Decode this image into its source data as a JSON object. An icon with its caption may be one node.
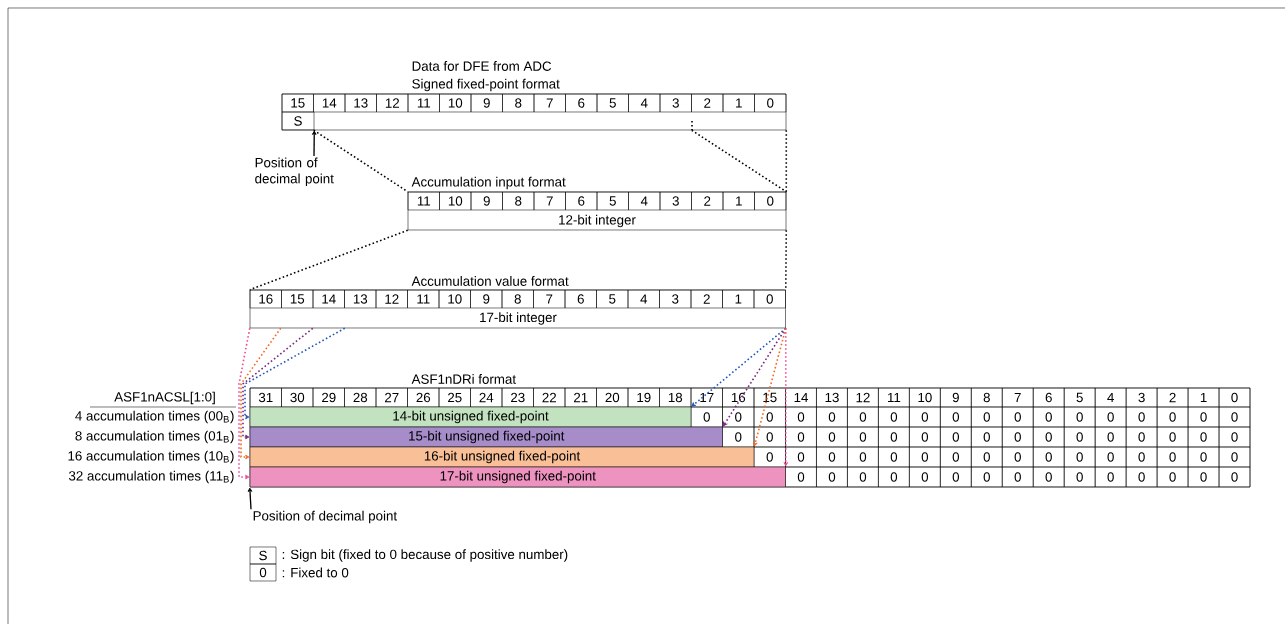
{
  "diagram": {
    "nodes": [
      {
        "text": [
          "Data for DFE from ADC",
          "Signed fixed-point format"
        ]
      },
      {
        "text": [
          "S"
        ],
        "in": 0
      },
      {
        "text": [
          "Position of decimal point"
        ]
      },
      {
        "text": [
          "Accumulation input format",
          "12-bit integer"
        ]
      },
      {
        "text": [
          "Accumulation value format",
          "17-bit integer"
        ]
      },
      {
        "text": [
          "ASF1nDRi format"
        ]
      },
      {
        "text": [
          "14-bit unsigned fixed-point"
        ],
        "in": 5
      },
      {
        "text": [
          "15-bit unsigned fixed-point"
        ],
        "in": 5
      },
      {
        "text": [
          "16-bit unsigned fixed-point"
        ],
        "in": 5
      },
      {
        "text": [
          "17-bit unsigned fixed-point"
        ],
        "in": 5
      },
      {
        "text": [
          "Position of decimal point"
        ]
      }
    ],
    "edges": [
      {
        "from": 0,
        "to": 3,
        "arrow": "none",
        "style": "dashed"
      },
      {
        "from": 0,
        "to": 3,
        "arrow": "none",
        "style": "dashed"
      },
      {
        "from": 0,
        "to": 3,
        "arrow": "none",
        "style": "dashed"
      },
      {
        "from": 3,
        "to": 4,
        "arrow": "none",
        "style": "dashed"
      },
      {
        "from": 3,
        "to": 4,
        "arrow": "none",
        "style": "dashed"
      },
      {
        "from": 4,
        "to": 6,
        "arrow": "to",
        "style": "dashed",
        "color": "#2156b8"
      },
      {
        "from": 4,
        "to": 6,
        "arrow": "to",
        "style": "dashed",
        "color": "#2156b8"
      },
      {
        "from": 4,
        "to": 7,
        "arrow": "to",
        "style": "dashed",
        "color": "#77267f"
      },
      {
        "from": 4,
        "to": 7,
        "arrow": "to",
        "style": "dashed",
        "color": "#77267f"
      },
      {
        "from": 4,
        "to": 8,
        "arrow": "to",
        "style": "dashed",
        "color": "#f06a24"
      },
      {
        "from": 4,
        "to": 8,
        "arrow": "to",
        "style": "dashed",
        "color": "#f06a24"
      },
      {
        "from": 4,
        "to": 9,
        "arrow": "to",
        "style": "dashed",
        "color": "#ee4a94"
      },
      {
        "from": 4,
        "to": 9,
        "arrow": "to",
        "style": "dashed",
        "color": "#ee4a94"
      },
      {
        "from": 2,
        "to": 1,
        "arrow": "to"
      },
      {
        "from": 10,
        "to": 9,
        "arrow": "to"
      }
    ],
    "labels": [
      "15",
      "14",
      "13",
      "12",
      "11",
      "10",
      "9",
      "8",
      "7",
      "6",
      "5",
      "4",
      "3",
      "2",
      "1",
      "0",
      "11",
      "10",
      "9",
      "8",
      "7",
      "6",
      "5",
      "4",
      "3",
      "2",
      "1",
      "0",
      "16",
      "15",
      "14",
      "13",
      "12",
      "11",
      "10",
      "9",
      "8",
      "7",
      "6",
      "5",
      "4",
      "3",
      "2",
      "1",
      "0",
      "ASF1nACSL[1:0]",
      "31",
      "30",
      "29",
      "28",
      "27",
      "26",
      "25",
      "24",
      "23",
      "22",
      "21",
      "20",
      "19",
      "18",
      "17",
      "16",
      "15",
      "14",
      "13",
      "12",
      "11",
      "10",
      "9",
      "8",
      "7",
      "6",
      "5",
      "4",
      "3",
      "2",
      "1",
      "0",
      "4 accumulation times (00$_{B}$)",
      "0",
      "0",
      "0",
      "0",
      "0",
      "0",
      "0",
      "0",
      "0",
      "0",
      "0",
      "0",
      "0",
      "0",
      "0",
      "0",
      "0",
      "0",
      "8 accumulation times (01$_{B}$)",
      "0",
      "0",
      "0",
      "0",
      "0",
      "0",
      "0",
      "0",
      "0",
      "0",
      "0",
      "0",
      "0",
      "0",
      "0",
      "0",
      "0",
      "16 accumulation times (10$_{B}$)",
      "0",
      "0",
      "0",
      "0",
      "0",
      "0",
      "0",
      "0",
      "0",
      "0",
      "0",
      "0",
      "0",
      "0",
      "0",
      "0",
      "32 accumulation times (11$_{B}$)",
      "0",
      "0",
      "0",
      "0",
      "0",
      "0",
      "0",
      "0",
      "0",
      "0",
      "0",
      "0",
      "0",
      "0",
      "0",
      "S",
      "0"
    ],
    "legend": [
      {
        "text": ": Sign bit (fixed to 0 because of positive number)"
      },
      {
        "text": ": Fixed to 0"
      }
    ]
  }
}
